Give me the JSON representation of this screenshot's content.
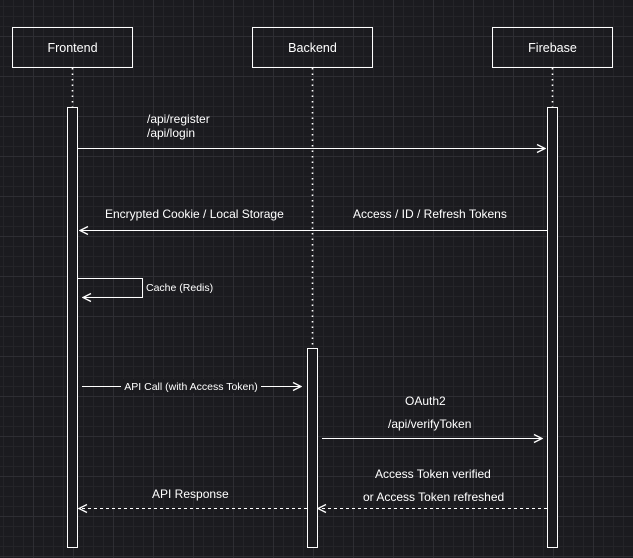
{
  "participants": {
    "frontend": "Frontend",
    "backend": "Backend",
    "firebase": "Firebase"
  },
  "messages": {
    "register": "/api/register",
    "login": "/api/login",
    "tokens": "Access / ID / Refresh Tokens",
    "storage": "Encrypted Cookie / Local Storage",
    "cache": "Cache (Redis)",
    "api_call": "API Call (with Access Token)",
    "oauth": "OAuth2",
    "verify": "/api/verifyToken",
    "verified": "Access Token verified",
    "refreshed": "or Access Token refreshed",
    "api_response": "API Response"
  },
  "colors": {
    "background": "#1b1b1f",
    "line": "#ffffff",
    "text": "#ffffff"
  }
}
